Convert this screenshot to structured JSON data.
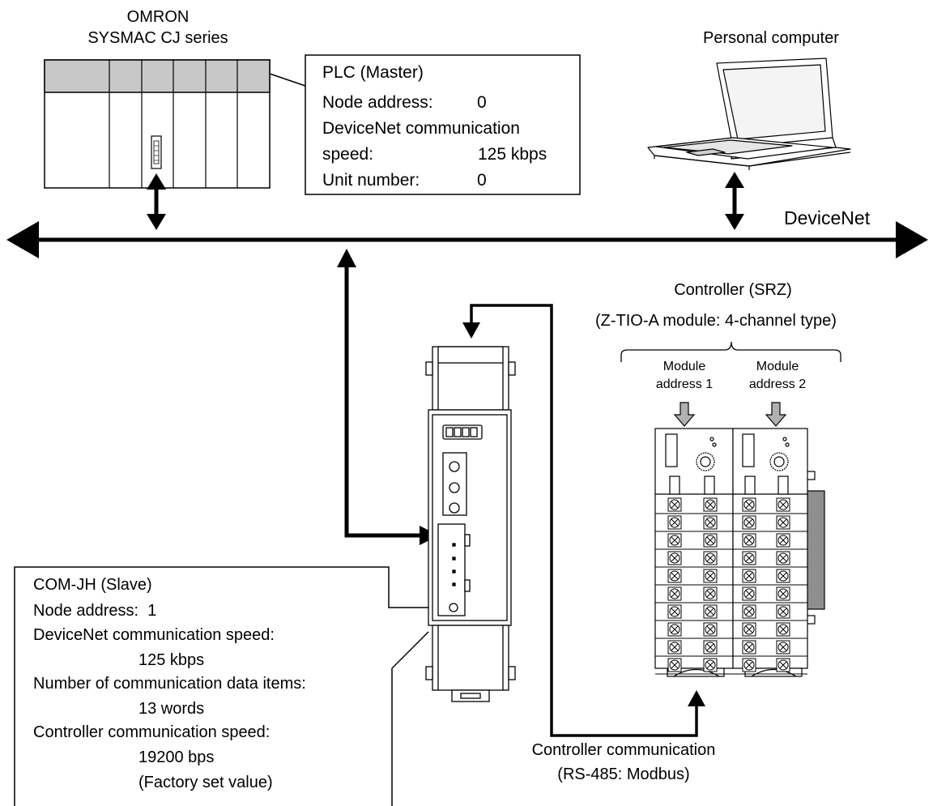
{
  "plc": {
    "maker": "OMRON",
    "series": "SYSMAC CJ series",
    "box_title": "PLC (Master)",
    "node_label": "Node address:",
    "node_value": "0",
    "speed_label_1": "DeviceNet communication",
    "speed_label_2": "speed:",
    "speed_value": "125 kbps",
    "unit_label": "Unit number:",
    "unit_value": "0"
  },
  "pc": {
    "label": "Personal computer"
  },
  "network": {
    "label": "DeviceNet"
  },
  "controller": {
    "title": "Controller (SRZ)",
    "subtitle": "(Z-TIO-A module: 4-channel type)",
    "module1_line1": "Module",
    "module1_line2": "address 1",
    "module2_line1": "Module",
    "module2_line2": "address 2"
  },
  "comjh": {
    "title": "COM-JH (Slave)",
    "node": "Node address:  1",
    "dn_speed_label": "DeviceNet communication speed:",
    "dn_speed_value": "125 kbps",
    "items_label": "Number of communication data items:",
    "items_value": "13 words",
    "ctrl_speed_label": "Controller communication speed:",
    "ctrl_speed_value": "19200 bps",
    "factory": "(Factory set value)"
  },
  "ctrl_comm": {
    "line1": "Controller communication",
    "line2": "(RS-485: Modbus)"
  }
}
